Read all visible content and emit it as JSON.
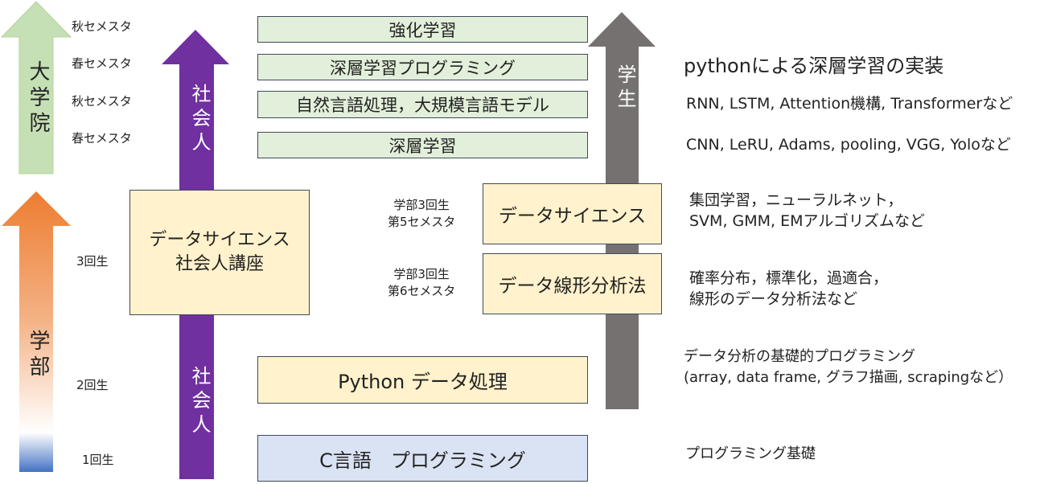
{
  "semesters": {
    "grad_fall_2": "秋セメスタ",
    "grad_spring_2": "春セメスタ",
    "grad_fall_1": "秋セメスタ",
    "grad_spring_1": "春セメスタ",
    "year3": "3回生",
    "year2": "2回生",
    "year1": "1回生"
  },
  "arrows": {
    "graduate": "大学院",
    "undergrad": "学部",
    "working_upper": "社会人",
    "working_lower": "社会人",
    "student": "学生"
  },
  "courses": {
    "reinforcement": "強化学習",
    "dl_programming": "深層学習プログラミング",
    "nlp": "自然言語処理，大規模言語モデル",
    "deep_learning": "深層学習",
    "ds_working": [
      "データサイエンス",
      "社会人講座"
    ],
    "data_science": "データサイエンス",
    "linear_analysis": "データ線形分析法",
    "python_data": "Python データ処理",
    "c_programming": "C言語　プログラミング"
  },
  "labels": {
    "ds_semester": [
      "学部3回生",
      "第5セメスタ"
    ],
    "linear_semester": [
      "学部3回生",
      "第6セメスタ"
    ]
  },
  "descriptions": {
    "python_impl": "pythonによる深層学習の実装",
    "nlp_topics": "RNN, LSTM, Attention機構, Transformerなど",
    "dl_topics": "CNN, LeRU, Adams, pooling, VGG, Yoloなど",
    "ds_topics": [
      "集団学習，ニューラルネット，",
      "SVM, GMM, EMアルゴリズムなど"
    ],
    "linear_topics": [
      "確率分布，標準化，過適合，",
      "線形のデータ分析法など"
    ],
    "python_topics": [
      "データ分析の基礎的プログラミング",
      "(array, data frame, グラフ描画, scrapingなど）"
    ],
    "c_topics": "プログラミング基礎"
  },
  "colors": {
    "graduate_arrow": "#c5e0b4",
    "undergrad_top": "#ed7d31",
    "undergrad_bottom": "#4472c4",
    "working_arrow": "#7030a0",
    "student_arrow": "#767171",
    "green_box": "#e2efda",
    "yellow_box": "#fff2cc",
    "blue_box": "#dae3f3"
  }
}
